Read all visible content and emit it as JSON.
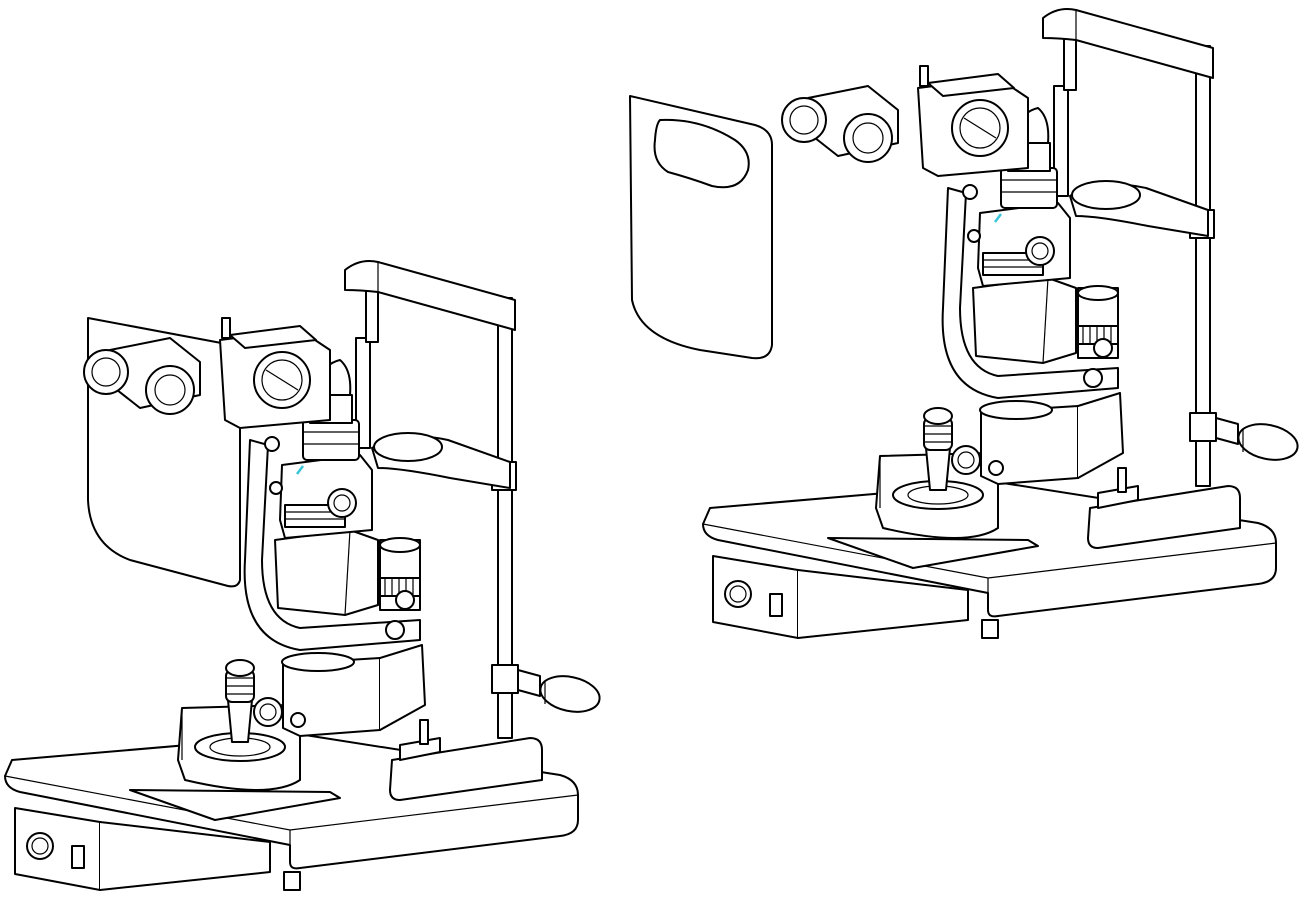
{
  "figure": {
    "subject": "slit-lamp-microscope",
    "views": [
      {
        "id": "left",
        "shield_position": "lowered"
      },
      {
        "id": "right",
        "shield_position": "detached"
      }
    ]
  },
  "colors": {
    "line": "#000000",
    "fill": "#ffffff",
    "accent": "#38c6d8"
  }
}
